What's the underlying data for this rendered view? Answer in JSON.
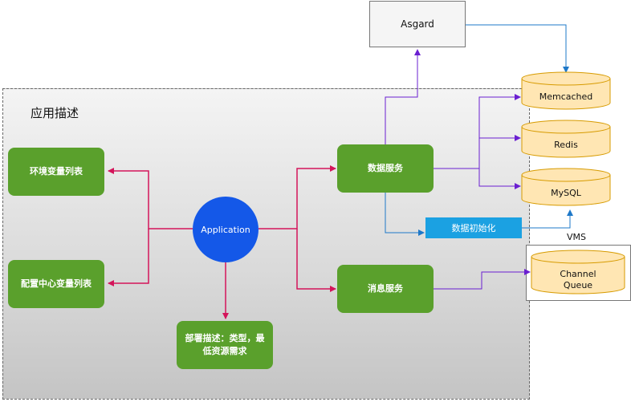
{
  "region": {
    "title": "应用描述"
  },
  "nodes": {
    "env_vars": "环境变量列表",
    "config_vars": "配置中心变量列表",
    "application": "Application",
    "deploy_desc_line1": "部署描述：类型，最",
    "deploy_desc_line2": "低资源需求",
    "data_service": "数据服务",
    "message_service": "消息服务",
    "asgard": "Asgard",
    "data_init": "数据初始化",
    "vms": "VMS"
  },
  "databases": {
    "memcached": "Memcached",
    "redis": "Redis",
    "mysql": "MySQL",
    "channel_line1": "Channel",
    "channel_line2": "Queue"
  },
  "colors": {
    "green": "#5aa02c",
    "app_blue": "#1458e8",
    "init_blue": "#1ba1e2",
    "pink_edge": "#d4145a",
    "purple_edge": "#6a1fd1",
    "blue_edge": "#1e78c8",
    "db_fill": "#ffe6b3",
    "db_stroke": "#d79b00"
  }
}
